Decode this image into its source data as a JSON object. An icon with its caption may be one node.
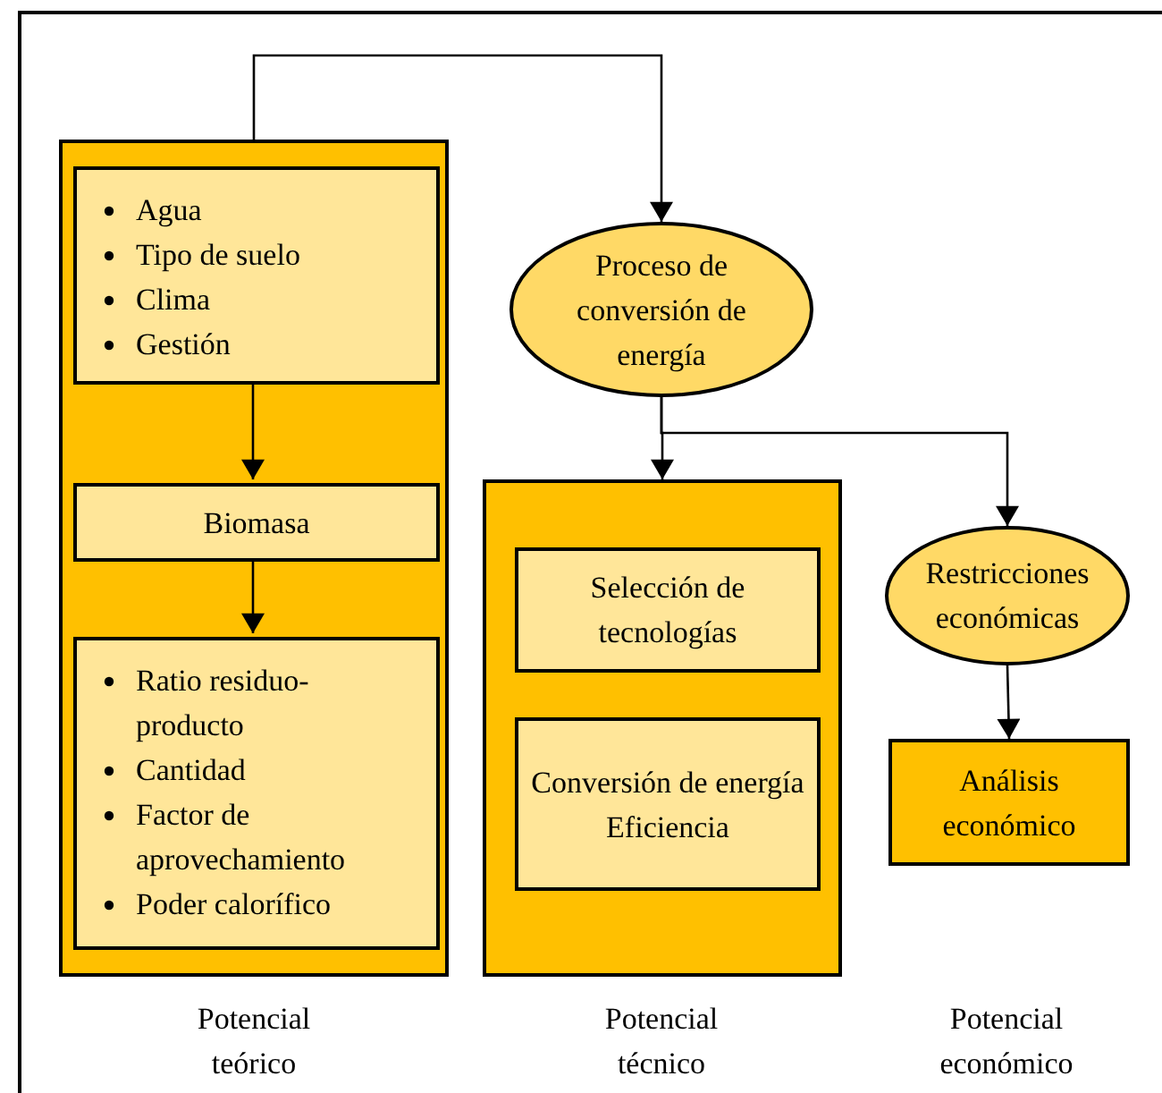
{
  "diagram": {
    "nodes": [
      {
        "text": [],
        "shape": "box",
        "beside": [
          "Potencial teórico"
        ]
      },
      {
        "text": [
          "Agua",
          "Tipo de suelo",
          "Clima",
          "Gestión"
        ],
        "in": 0
      },
      {
        "text": [
          "Biomasa"
        ],
        "in": 0
      },
      {
        "text": [
          "Ratio residuo-producto",
          "Cantidad",
          "Factor de aprovechamiento",
          "Poder calorífico"
        ],
        "in": 0
      },
      {
        "text": [
          "Proceso de conversión de energía"
        ]
      },
      {
        "text": [],
        "shape": "box",
        "beside": [
          "Potencial técnico"
        ]
      },
      {
        "text": [
          "Selección de tecnologías"
        ],
        "in": 5
      },
      {
        "text": [
          "Conversión de energía",
          "Eficiencia"
        ],
        "in": 5
      },
      {
        "text": [
          "Restricciones económicas"
        ]
      },
      {
        "text": [
          "Análisis económico"
        ]
      }
    ],
    "edges": [
      {
        "from": 0,
        "to": 4,
        "arrow": "to"
      },
      {
        "from": 1,
        "to": 2,
        "arrow": "to"
      },
      {
        "from": 2,
        "to": 3,
        "arrow": "to"
      },
      {
        "from": 4,
        "to": 5,
        "arrow": "to"
      },
      {
        "from": 4,
        "to": 8,
        "arrow": "to"
      },
      {
        "from": 8,
        "to": 9,
        "arrow": "to"
      }
    ],
    "labels": [
      "Potencial económico"
    ]
  }
}
